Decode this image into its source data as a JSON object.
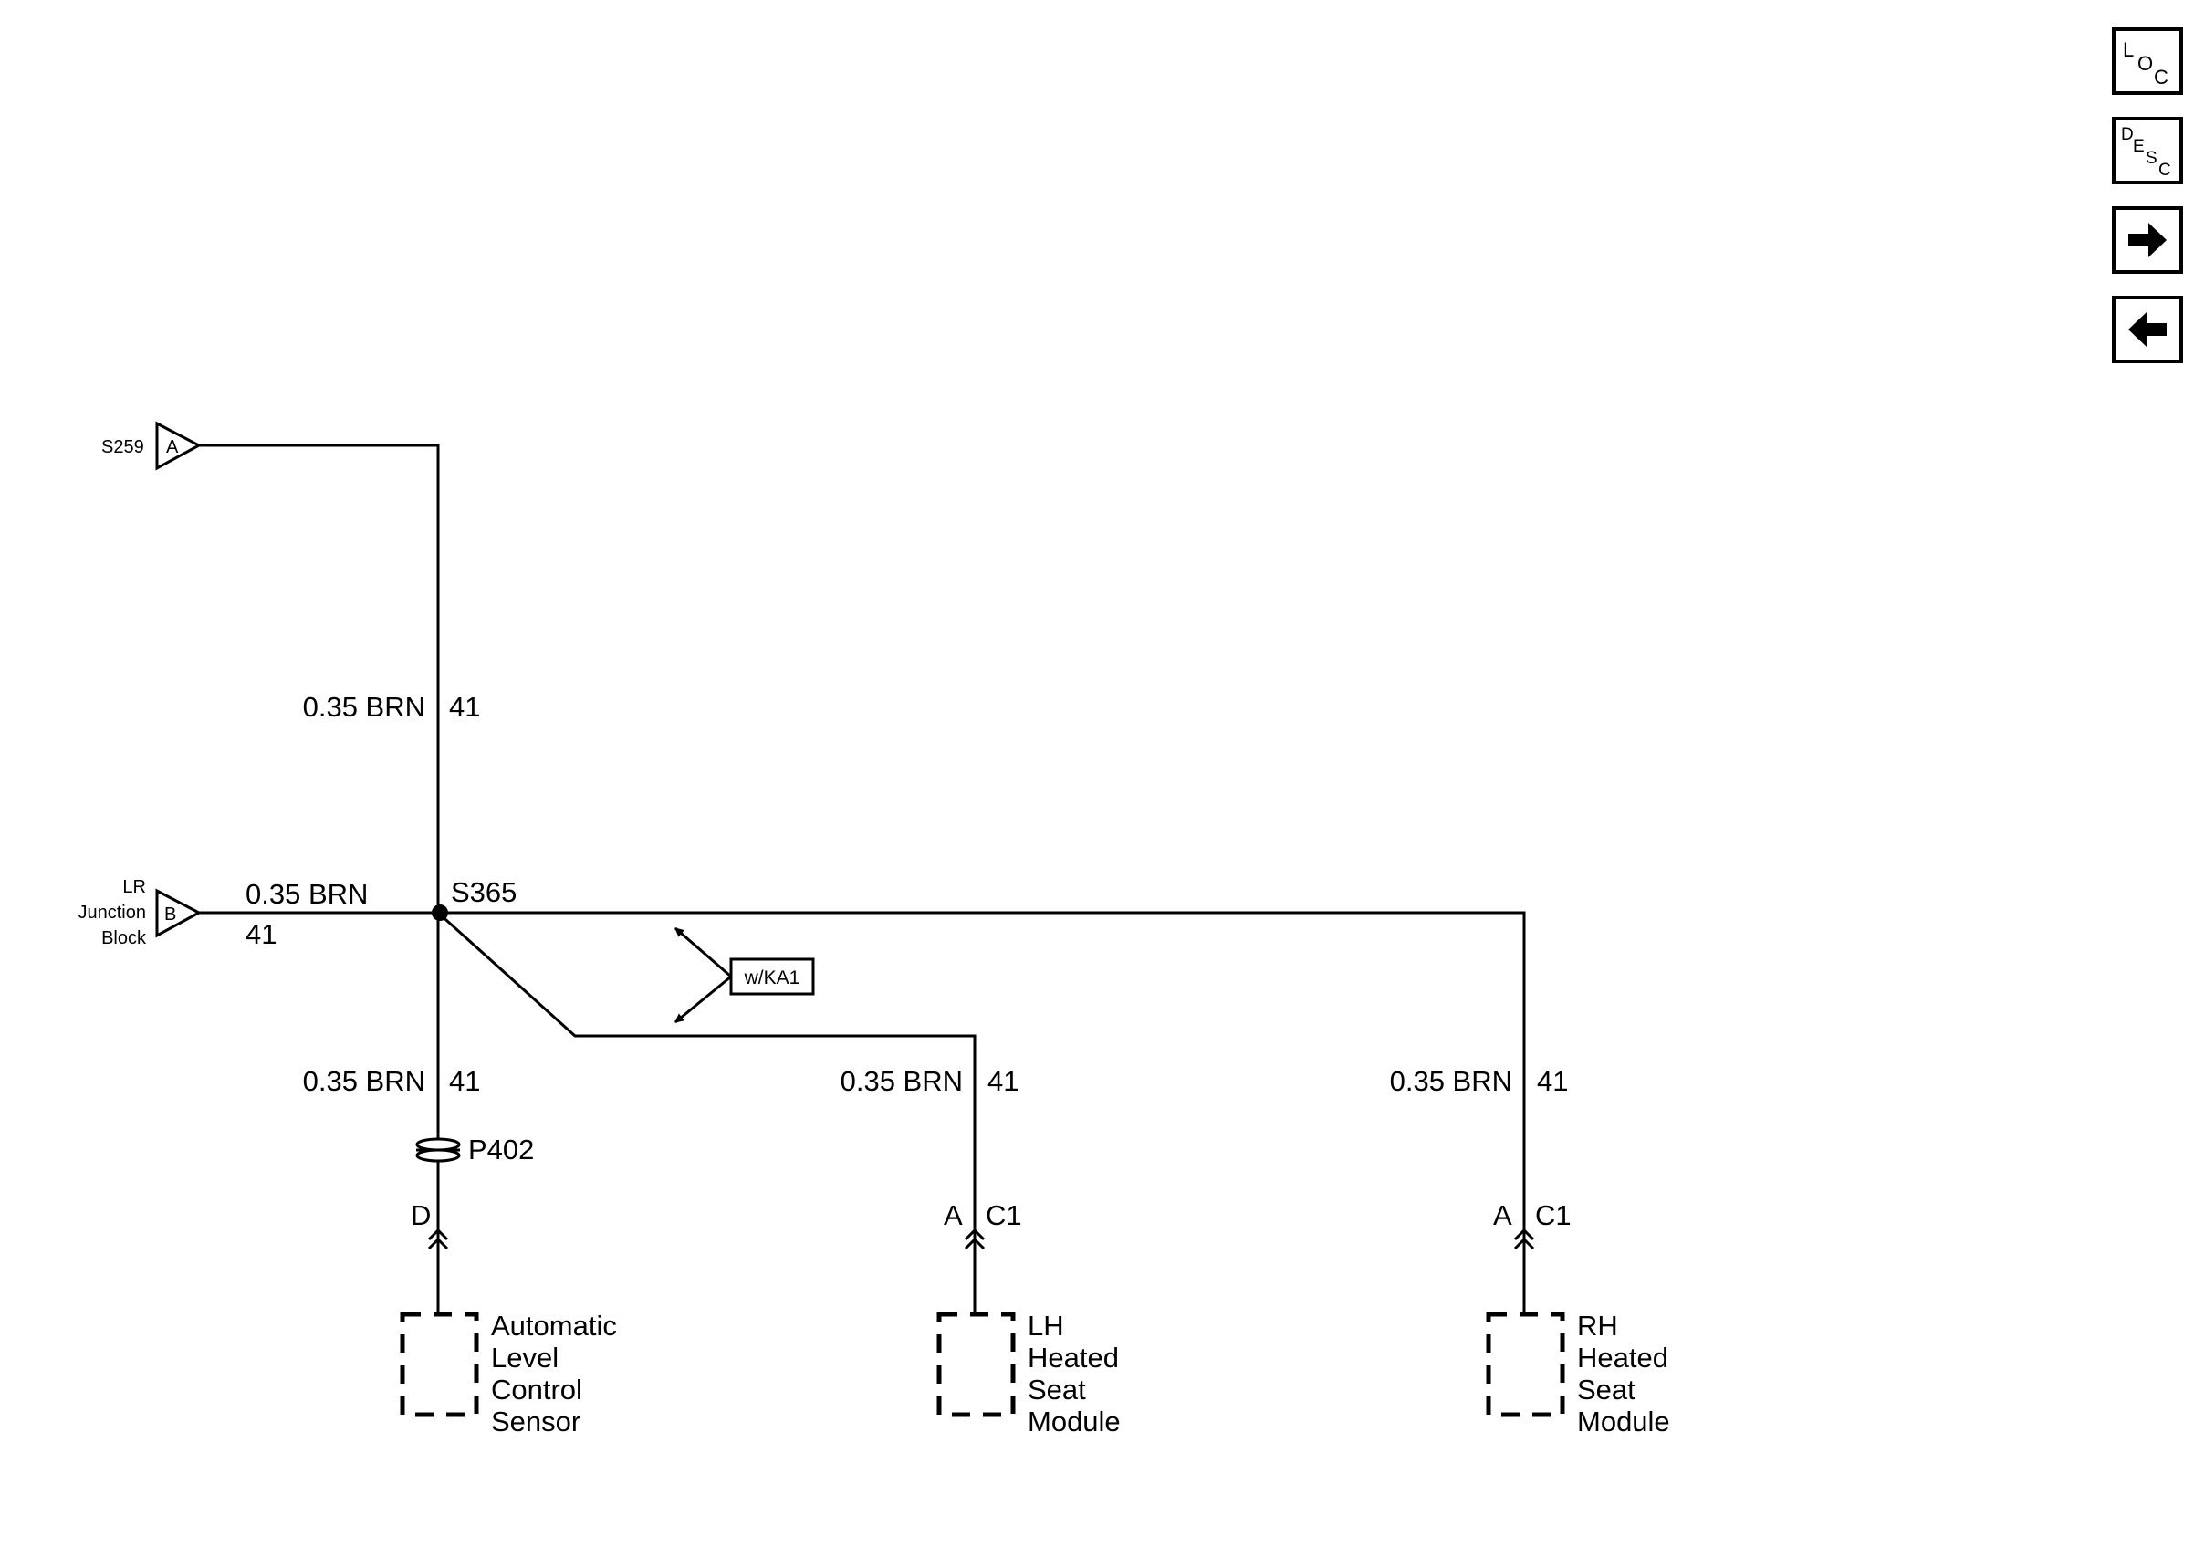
{
  "nav": {
    "loc": {
      "l1": "L",
      "l2": "O",
      "l3": "C"
    },
    "desc": {
      "l1": "D",
      "l2": "E",
      "l3": "S",
      "l4": "C"
    },
    "next": {
      "icon": "right-arrow-icon"
    },
    "prev": {
      "icon": "left-arrow-icon"
    }
  },
  "diagram": {
    "s259": {
      "label": "S259",
      "pin": "A"
    },
    "lr_junction": {
      "line1": "LR",
      "line2": "Junction",
      "line3": "Block",
      "pin": "B"
    },
    "wire_top": {
      "gauge_color": "0.35 BRN",
      "circuit": "41"
    },
    "wire_left": {
      "gauge_color": "0.35 BRN",
      "circuit": "41"
    },
    "splice": {
      "label": "S365"
    },
    "option": {
      "label": "w/KA1"
    },
    "branch_alc": {
      "gauge_color": "0.35 BRN",
      "circuit": "41",
      "connector": "P402",
      "pin": "D",
      "component": {
        "l1": "Automatic",
        "l2": "Level",
        "l3": "Control",
        "l4": "Sensor"
      }
    },
    "branch_lh": {
      "gauge_color": "0.35 BRN",
      "circuit": "41",
      "pin": "A",
      "connector": "C1",
      "component": {
        "l1": "LH",
        "l2": "Heated",
        "l3": "Seat",
        "l4": "Module"
      }
    },
    "branch_rh": {
      "gauge_color": "0.35 BRN",
      "circuit": "41",
      "pin": "A",
      "connector": "C1",
      "component": {
        "l1": "RH",
        "l2": "Heated",
        "l3": "Seat",
        "l4": "Module"
      }
    }
  }
}
